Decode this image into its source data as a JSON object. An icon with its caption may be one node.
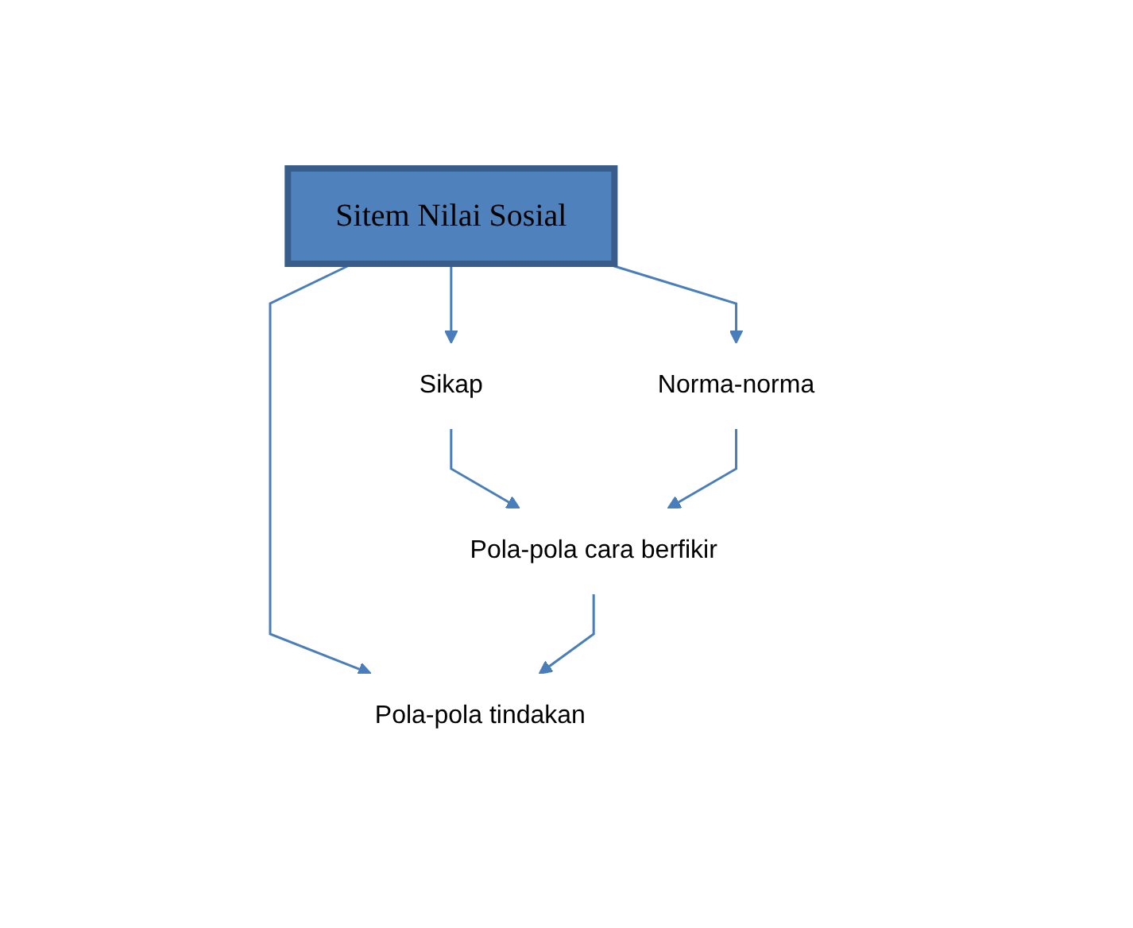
{
  "diagram": {
    "nodes": [
      {
        "text": [
          "Sitem Nilai Sosial"
        ]
      },
      {
        "text": [
          "Norma-norma"
        ]
      },
      {
        "text": [
          "Sikap"
        ]
      },
      {
        "text": [
          "Pola-pola cara berfikir"
        ]
      },
      {
        "text": [
          "Pola-pola tindakan"
        ]
      }
    ],
    "edges": [
      {
        "from": 0,
        "to": 2,
        "arrow": "to"
      },
      {
        "from": 0,
        "to": 1,
        "arrow": "to"
      },
      {
        "from": 0,
        "to": 4,
        "arrow": "to"
      },
      {
        "from": 2,
        "to": 3,
        "arrow": "to"
      },
      {
        "from": 1,
        "to": 3,
        "arrow": "to"
      },
      {
        "from": 3,
        "to": 4,
        "arrow": "to"
      }
    ]
  }
}
